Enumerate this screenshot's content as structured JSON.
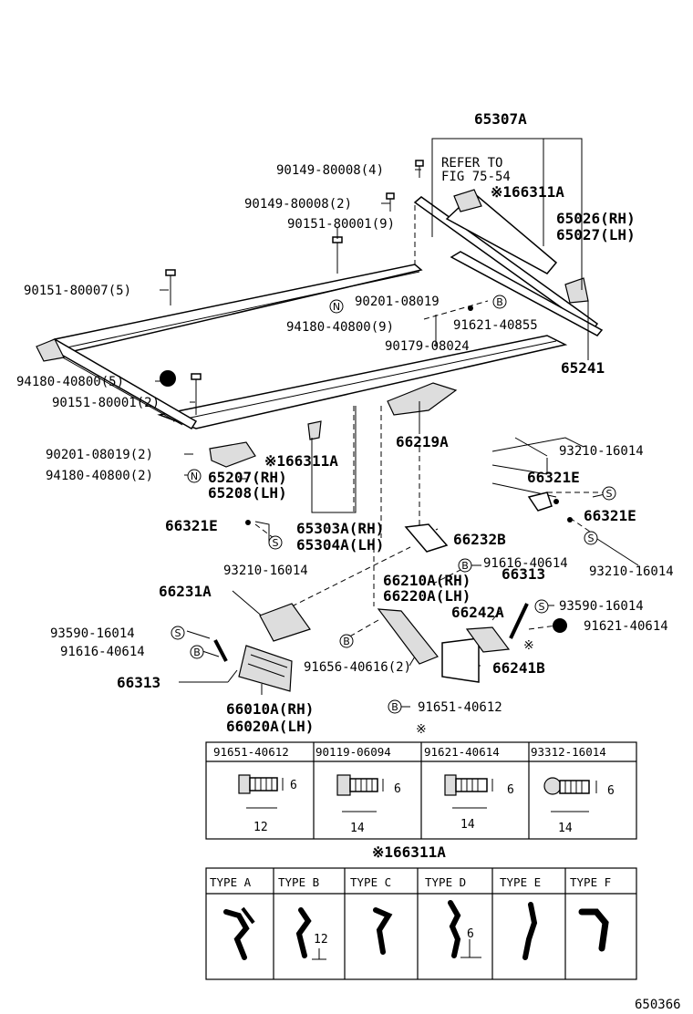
{
  "callouts": {
    "c65307A": "65307A",
    "refer_line1": "REFER TO",
    "refer_line2": "FIG 75-54",
    "c166311A_top": "※166311A",
    "c90149_4": "90149-80008(4)",
    "c90149_2": "90149-80008(2)",
    "c90151_9": "90151-80001(9)",
    "c65026": "65026(RH)",
    "c65027": "65027(LH)",
    "c90151_5": "90151-80007(5)",
    "c90201_a": "90201-08019",
    "c94180_9": "94180-40800(9)",
    "c91621_40855": "91621-40855",
    "c90179": "90179-08024",
    "c65241": "65241",
    "c94180_5": "94180-40800(5)",
    "c90151_2": "90151-80001(2)",
    "c66219A": "66219A",
    "c93210_r1": "93210-16014",
    "c90201_2": "90201-08019(2)",
    "c166311A_mid": "※166311A",
    "c66321E_r1": "66321E",
    "c94180_2": "94180-40800(2)",
    "c65207": "65207(RH)",
    "c65208": "65208(LH)",
    "c66321E_r2": "66321E",
    "c66321E_l": "66321E",
    "c65303A": "65303A(RH)",
    "c65304A": "65304A(LH)",
    "c66232B": "66232B",
    "c93210_l": "93210-16014",
    "c91616_r": "91616-40614",
    "c93210_r2": "93210-16014",
    "c66231A": "66231A",
    "c66210A": "66210A(RH)",
    "c66313_r": "66313",
    "c66220A": "66220A(LH)",
    "c66242A": "66242A",
    "c93590_r": "93590-16014",
    "c93590_l": "93590-16014",
    "c91621_40614": "91621-40614",
    "c91616_l": "91616-40614",
    "c91656": "91656-40616(2)",
    "c66241B": "66241B",
    "c66313_l": "66313",
    "c66010A": "66010A(RH)",
    "c66020A": "66020A(LH)",
    "c91651_40612": "91651-40612",
    "asterisk": "※",
    "c166311A_hdr": "※166311A",
    "diagram_id": "650366"
  },
  "markers": {
    "N": "N",
    "B": "B",
    "S": "S"
  },
  "bolt_table": {
    "headers": [
      "91651-40612",
      "90119-06094",
      "91621-40614",
      "93312-16014"
    ],
    "height_dim": "6",
    "lengths": [
      "12",
      "14",
      "14",
      "14"
    ]
  },
  "type_table": {
    "headers": [
      "TYPE A",
      "TYPE B",
      "TYPE C",
      "TYPE D",
      "TYPE E",
      "TYPE F"
    ],
    "dim_b": "12",
    "dim_d": "6"
  }
}
